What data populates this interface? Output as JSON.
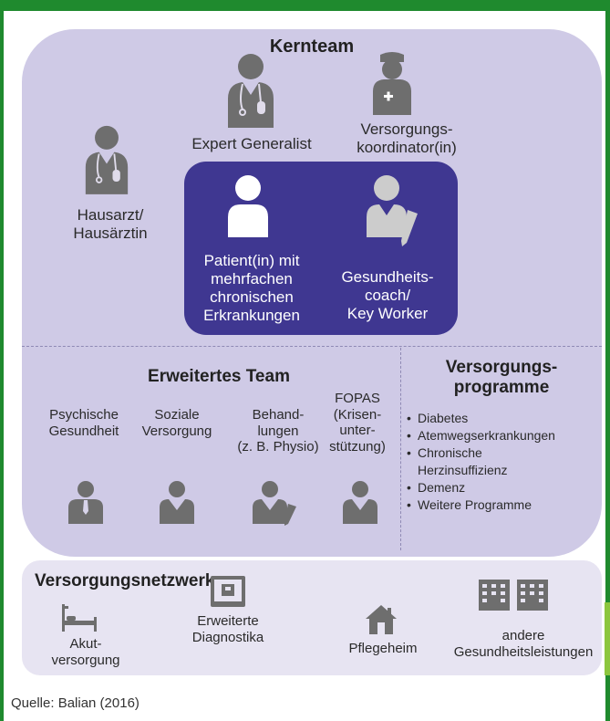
{
  "header": {
    "title": ""
  },
  "core_team": {
    "title": "Kernteam",
    "expert_generalist": "Expert Generalist",
    "care_coordinator": "Versorgungs-\nkoordinator(in)",
    "gp": "Hausarzt/\nHausärztin",
    "patient": "Patient(in) mit\nmehrfachen\nchronischen\nErkrankungen",
    "coach": "Gesundheits-\ncoach/\nKey Worker"
  },
  "extended_team": {
    "title": "Erweitertes Team",
    "members": [
      {
        "label": "Psychische\nGesundheit",
        "icon": "person-tie-icon"
      },
      {
        "label": "Soziale\nVersorgung",
        "icon": "person-vneck-icon"
      },
      {
        "label": "Behand-\nlungen\n(z. B. Physio)",
        "icon": "person-pen-icon"
      },
      {
        "label": "FOPAS\n(Krisen-\nunter-\nstützung)",
        "icon": "person-vneck-icon"
      }
    ]
  },
  "programmes": {
    "title": "Versorgungs-\nprogramme",
    "items": [
      "Diabetes",
      "Atemwegserkrankungen",
      "Chronische\nHerzinsuffizienz",
      "Demenz",
      "Weitere Programme"
    ]
  },
  "network": {
    "title": "Versorgungsnetzwerk",
    "items": [
      {
        "label": "Akut-\nversorgung",
        "icon": "hospital-bed-icon"
      },
      {
        "label": "Erweiterte\nDiagnostika",
        "icon": "monitor-icon"
      },
      {
        "label": "Pflegeheim",
        "icon": "house-icon"
      },
      {
        "label": "andere\nGesundheitsleistungen",
        "icon": "buildings-icon"
      }
    ]
  },
  "source": "Quelle: Balian (2016)",
  "colors": {
    "frame_green": "#1f8a2e",
    "outer_panel": "#cfcae6",
    "inner_panel": "#3f3791",
    "network_panel": "#e7e4f2",
    "icon_gray": "#6e6e6e"
  }
}
